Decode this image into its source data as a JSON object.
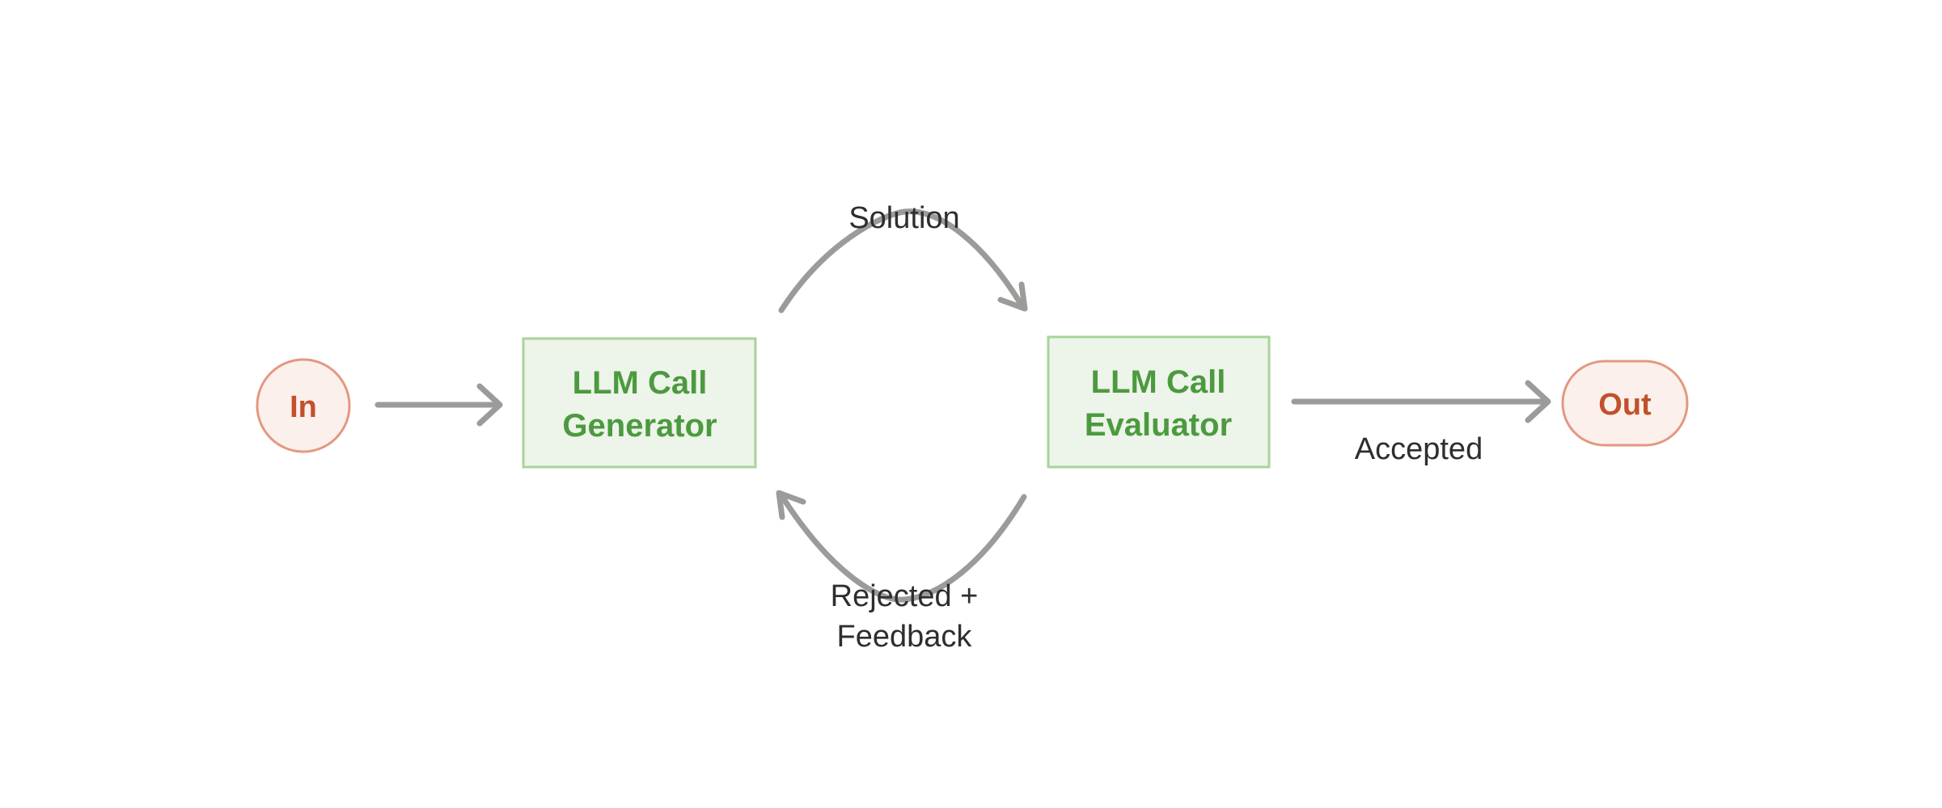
{
  "diagram": {
    "title": "Evaluator-Optimizer LLM workflow",
    "type": "flowchart",
    "background_color": "#FFFFFF",
    "colors": {
      "process_fill": "#EDF4E9",
      "process_stroke": "#A8D49A",
      "process_text": "#4C9A3F",
      "terminal_fill": "#FCF0EC",
      "terminal_stroke": "#E29980",
      "terminal_text": "#C0512B",
      "edge": "#9B9B99",
      "edge_label_text": "#2E2E2E"
    },
    "nodes": [
      {
        "id": "in",
        "shape": "circle",
        "label": "In",
        "role": "start-terminal"
      },
      {
        "id": "generator",
        "shape": "rectangle",
        "label_line_1": "LLM Call",
        "label_line_2": "Generator",
        "role": "process"
      },
      {
        "id": "evaluator",
        "shape": "rectangle",
        "label_line_1": "LLM Call",
        "label_line_2": "Evaluator",
        "role": "process"
      },
      {
        "id": "out",
        "shape": "stadium",
        "label": "Out",
        "role": "end-terminal"
      }
    ],
    "edges": [
      {
        "id": "in-to-generator",
        "from": "in",
        "to": "generator",
        "label": "",
        "style": "straight-arrow"
      },
      {
        "id": "generator-to-evaluator",
        "from": "generator",
        "to": "evaluator",
        "label": "Solution",
        "style": "curved-arrow-top"
      },
      {
        "id": "evaluator-to-generator",
        "from": "evaluator",
        "to": "generator",
        "label_line_1": "Rejected +",
        "label_line_2": "Feedback",
        "style": "curved-arrow-bottom"
      },
      {
        "id": "evaluator-to-out",
        "from": "evaluator",
        "to": "out",
        "label": "Accepted",
        "style": "straight-arrow"
      }
    ]
  }
}
